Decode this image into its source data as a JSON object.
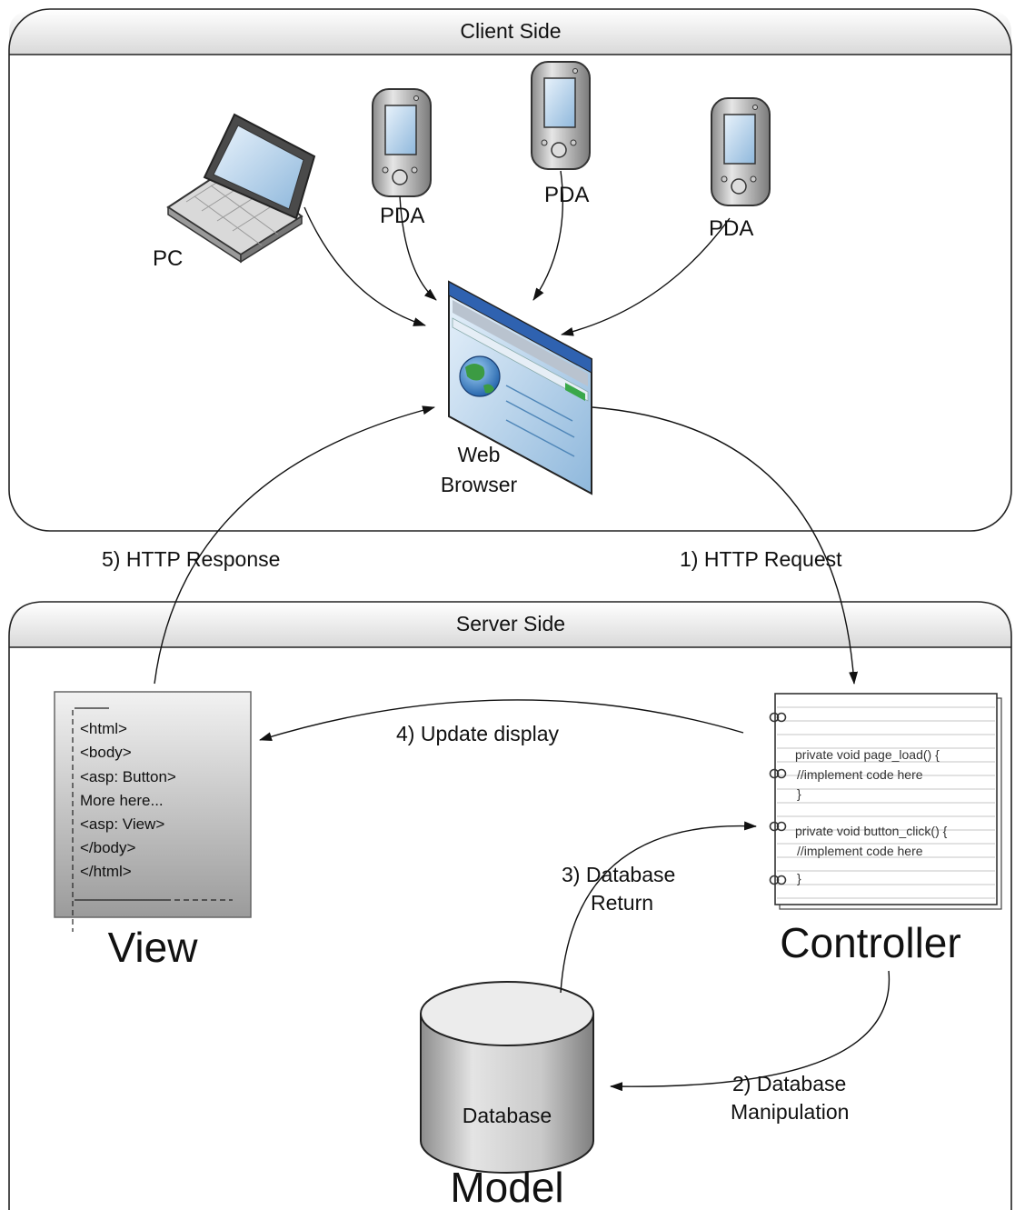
{
  "client_panel": {
    "title": "Client Side"
  },
  "server_panel": {
    "title": "Server Side"
  },
  "devices": {
    "pc_label": "PC",
    "pda_labels": [
      "PDA",
      "PDA",
      "PDA"
    ]
  },
  "browser": {
    "label_line1": "Web",
    "label_line2": "Browser"
  },
  "view": {
    "title": "View",
    "code_lines": [
      "<html>",
      "<body>",
      "<asp: Button>",
      "More here...",
      "<asp: View>",
      "</body>",
      "</html>"
    ]
  },
  "controller": {
    "title": "Controller",
    "code_lines": [
      "private void page_load() {",
      "//implement code here",
      "}",
      "private void button_click() {",
      "//implement code here",
      "}"
    ]
  },
  "model": {
    "title": "Model",
    "db_label": "Database"
  },
  "steps": {
    "request": "1) HTTP Request",
    "manipulation_line1": "2) Database",
    "manipulation_line2": "Manipulation",
    "return_line1": "3) Database",
    "return_line2": "Return",
    "update": "4) Update display",
    "response": "5) HTTP Response"
  }
}
